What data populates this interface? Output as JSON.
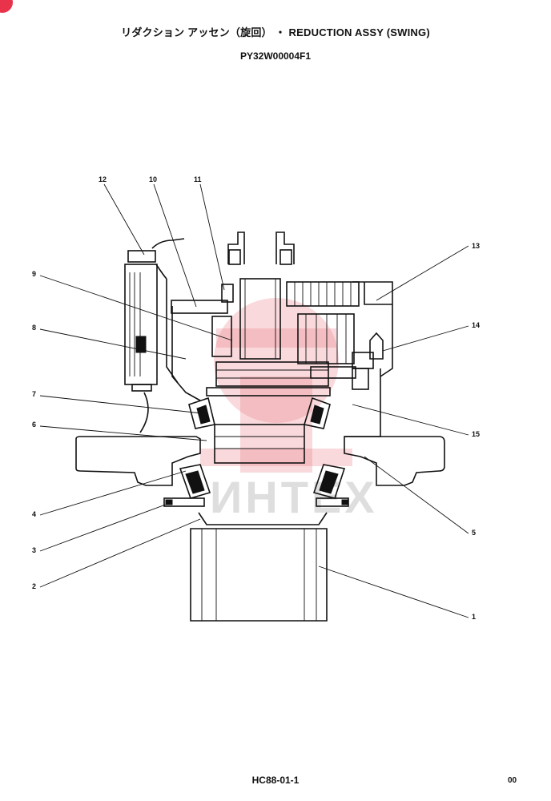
{
  "header": {
    "title": "リダクション アッセン（旋回） ・ REDUCTION ASSY (SWING)",
    "part_code": "PY32W00004F1"
  },
  "footer": {
    "doc_code": "HC88-01-1",
    "page": "00"
  },
  "watermark": {
    "text": "ИНТЕХ",
    "color": "#eb7882"
  },
  "callouts": [
    "1",
    "2",
    "3",
    "4",
    "5",
    "6",
    "7",
    "8",
    "9",
    "10",
    "11",
    "12",
    "13",
    "14",
    "15"
  ]
}
